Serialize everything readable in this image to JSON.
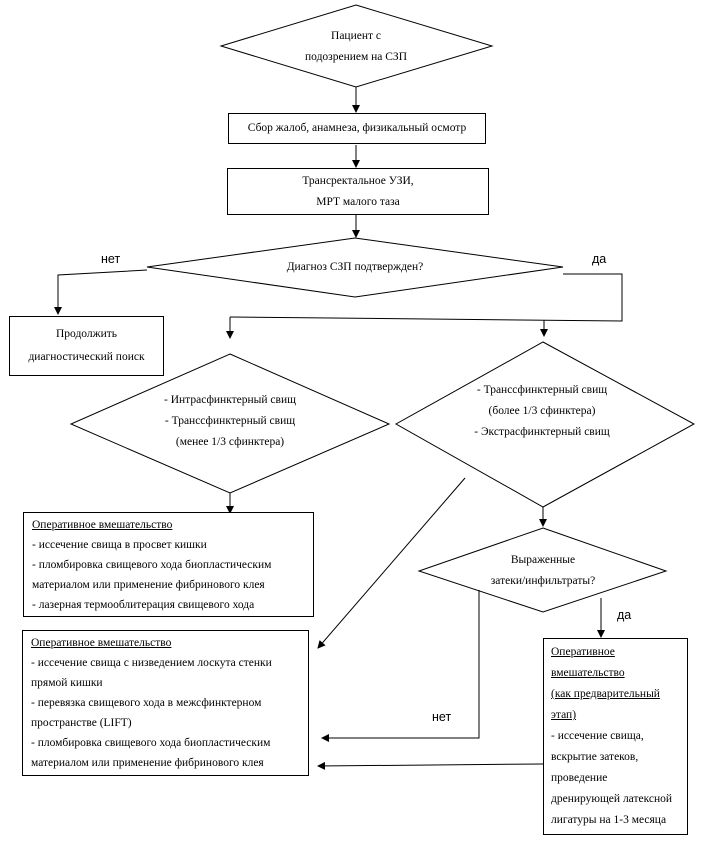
{
  "start": {
    "line1": "Пациент с",
    "line2": "подозрением на СЗП"
  },
  "step1": "Сбор жалоб, анамнеза, физикальный осмотр",
  "step2": {
    "line1": "Трансректальное УЗИ,",
    "line2": "МРТ малого таза"
  },
  "decision1": {
    "text": "Диагноз СЗП подтвержден?",
    "no": "нет",
    "yes": "да"
  },
  "continue_box": {
    "line1": "Продолжить",
    "line2": "диагностический поиск"
  },
  "decision_left": {
    "line1": "- Интрасфинктерный свищ",
    "line2": "- Транссфинктерный свищ",
    "line3": "(менее 1/3 сфинктера)"
  },
  "decision_right": {
    "line1": "- Транссфинктерный свищ",
    "line2": "(более 1/3 сфинктера)",
    "line3": "- Экстрасфинктерный свищ"
  },
  "decision_abscess": {
    "line1": "Выраженные",
    "line2": "затеки/инфильтраты?",
    "no": "нет",
    "yes": "да"
  },
  "surgery1": {
    "title": "Оперативное вмешательство",
    "items": [
      "- иссечение свища в просвет кишки",
      "- пломбировка свищевого хода биопластическим",
      "материалом или применение фибринового клея",
      "- лазерная термооблитерация свищевого хода"
    ]
  },
  "surgery2": {
    "title": "Оперативное вмешательство",
    "items": [
      "- иссечение свища с низведением лоскута стенки",
      "прямой кишки",
      "- перевязка свищевого хода в межсфинктерном",
      "пространстве (LIFT)",
      "- пломбировка свищевого хода биопластическим",
      "материалом или применение фибринового клея"
    ]
  },
  "surgery3": {
    "title_lines": [
      "Оперативное",
      "вмешательство",
      "(как предварительный",
      "этап)"
    ],
    "items": [
      "- иссечение свища,",
      "вскрытие затеков,",
      "проведение",
      "дренирующей латексной",
      "лигатуры на 1-3 месяца"
    ]
  }
}
